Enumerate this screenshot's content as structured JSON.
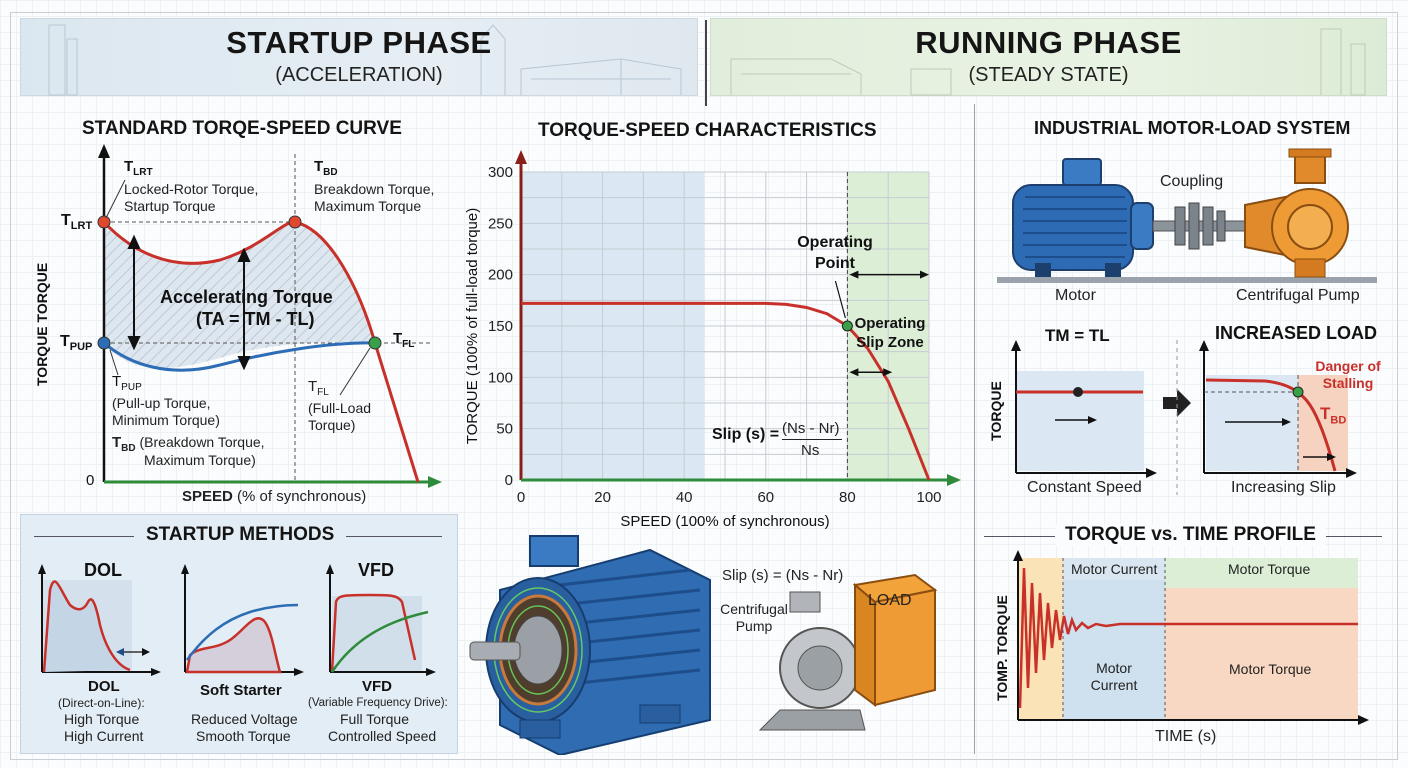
{
  "startup_phase": {
    "title": "STARTUP PHASE",
    "subtitle": "(ACCELERATION)"
  },
  "running_phase": {
    "title": "RUNNING PHASE",
    "subtitle": "(STEADY STATE)"
  },
  "standard_curve": {
    "title": "STANDARD TORQE-SPEED CURVE",
    "y_axis_label": "TORQUE TORQUE",
    "x_axis_label_bold": "SPEED",
    "x_axis_label_rest": "(% of synchronous)",
    "origin": "0",
    "lrt_axis": "T",
    "lrt_sub": "LRT",
    "pup_axis": "T",
    "pup_sub": "PUP",
    "lrt_desc_1": "Locked-Rotor Torque,",
    "lrt_desc_2": "Startup Torque",
    "bd_desc_1": "Breakdown Torque,",
    "bd_desc_2": "Maximum Torque",
    "accel_title": "Accelerating Torque",
    "accel_formula": "(TA = TM - TL)",
    "fl_label": "T",
    "fl_sub": "FL",
    "pup_desc_1": "(Pull-up Torque,",
    "pup_desc_2": "Minimum Torque)",
    "bd_desc_3": "(Breakdown Torque,",
    "bd_desc_4": "Maximum Torque)",
    "fl_desc_1": "(Full-Load",
    "fl_desc_2": "Torque)"
  },
  "characteristics": {
    "title": "TORQUE-SPEED CHARACTERISTICS",
    "operating_point": "Operating Point",
    "slip_zone": "Operating Slip Zone",
    "slip_formula_lhs": "Slip (s) =",
    "slip_num": "(Ns - Nr)",
    "slip_den": "Ns"
  },
  "chart_data": {
    "type": "line",
    "title": "TORQUE-SPEED CHARACTERISTICS",
    "xlabel": "SPEED (100% of synchronous)",
    "ylabel": "TORQUE (100% of full-load torque)",
    "xlim": [
      0,
      100
    ],
    "ylim": [
      0,
      300
    ],
    "x_ticks": [
      "0",
      "20",
      "40",
      "60",
      "80",
      "100"
    ],
    "y_ticks": [
      "0",
      "50",
      "100",
      "150",
      "200",
      "250",
      "300"
    ],
    "grid": true,
    "series": [
      {
        "x": [
          0,
          10,
          20,
          30,
          40,
          50,
          60,
          65,
          70,
          75,
          80,
          85,
          90,
          95,
          100
        ],
        "y": [
          172,
          172,
          172,
          172,
          172,
          172,
          172,
          171,
          168,
          162,
          150,
          128,
          96,
          50,
          0
        ]
      }
    ],
    "operating_point": {
      "x": 80,
      "y": 150
    }
  },
  "motor_load": {
    "title": "INDUSTRIAL MOTOR-LOAD SYSTEM",
    "coupling": "Coupling",
    "motor": "Motor",
    "pump": "Centrifugal Pump"
  },
  "steady": {
    "title_1": "TM = TL",
    "y_label": "TORQUE",
    "x_label": "Constant Speed",
    "title_2": "INCREASED LOAD",
    "danger": "Danger of Stalling",
    "tbd": "TBD",
    "x_label_2": "Increasing Slip"
  },
  "startup_methods": {
    "title": "STARTUP METHODS",
    "dol_head": "DOL",
    "dol_name": "DOL",
    "dol_desc_1": "(Direct-on-Line):",
    "dol_desc_2": "High Torque",
    "dol_desc_3": "High Current",
    "soft_name": "Soft Starter",
    "soft_desc_1": "Reduced Voltage",
    "soft_desc_2": "Smooth Torque",
    "vfd_head": "VFD",
    "vfd_name": "VFD",
    "vfd_desc_1": "(Variable Frequency Drive):",
    "vfd_desc_2": "Full Torque",
    "vfd_desc_3": "Controlled Speed"
  },
  "illustration": {
    "slip_formula": "Slip (s) = (Ns - Nr)",
    "pump": "Centrifugal Pump",
    "load": "LOAD"
  },
  "time_profile": {
    "title": "TORQUE vs. TIME PROFILE",
    "y_label": "TOMP. TORQUE",
    "x_label": "TIME (s)",
    "motor_current_top": "Motor Current",
    "motor_torque_top": "Motor Torque",
    "motor_current_box": "Motor Current",
    "motor_torque_box": "Motor Torque"
  },
  "colors": {
    "red": "#c8302a",
    "blue": "#2d6db5",
    "green": "#2e8b3a",
    "shade_blue": "#dbe8f3",
    "shade_green": "#dcefd6"
  }
}
